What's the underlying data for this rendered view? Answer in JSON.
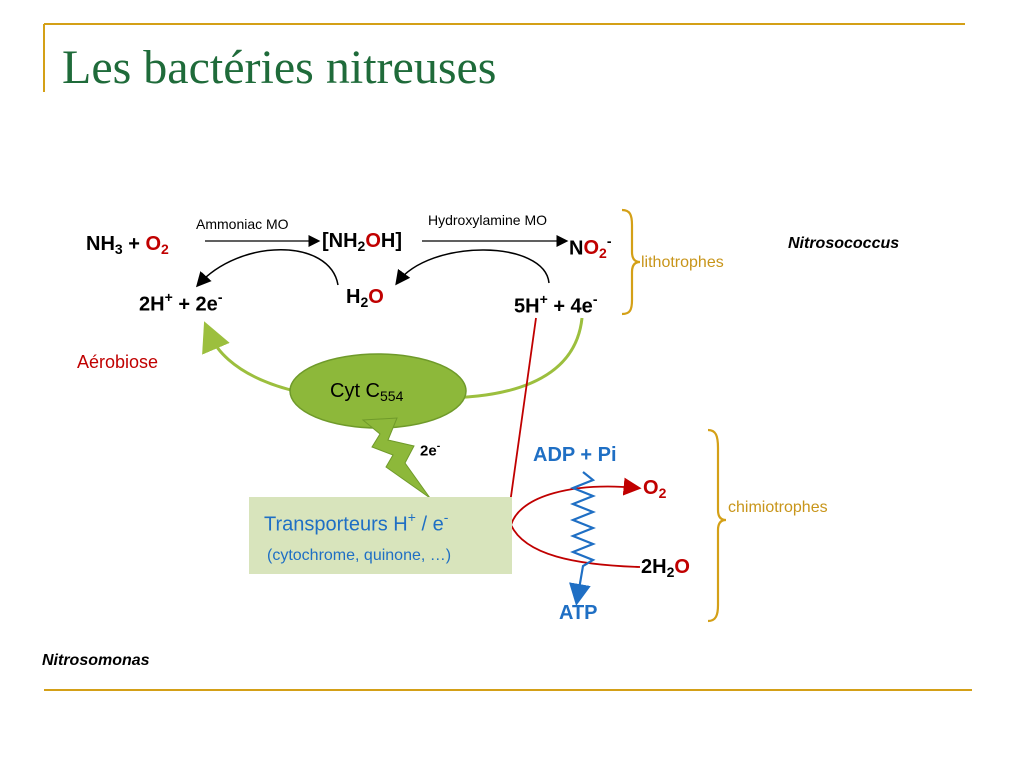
{
  "title": "Les bactéries nitreuses",
  "labels": {
    "ammoniac_mo": "Ammoniac MO",
    "hydroxylamine_mo": "Hydroxylamine MO",
    "nitrosococcus": "Nitrosococcus",
    "nitrosomonas": "Nitrosomonas",
    "lithotrophes": "lithotrophes",
    "chimiotrophes": "chimiotrophes",
    "aerobiose": "Aérobiose",
    "two_e": "2e",
    "transporteurs": "Transporteurs H+ / e-",
    "cytochrome": "(cytochrome, quinone, …)",
    "adp_pi": "ADP + Pi",
    "atp": "ATP",
    "cyt": "Cyt C554"
  },
  "colors": {
    "title": "#1f6b3a",
    "accent_gold": "#c8951a",
    "red": "#c00000",
    "blue": "#1f6fc4",
    "green_ellipse": "#8db83a",
    "box_fill": "#d8e4bc"
  }
}
